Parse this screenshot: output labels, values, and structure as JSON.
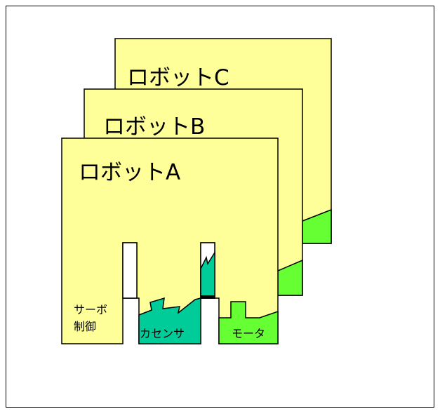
{
  "diagram": {
    "robots": [
      {
        "id": "c",
        "label": "ロボットC"
      },
      {
        "id": "b",
        "label": "ロボットB"
      },
      {
        "id": "a",
        "label": "ロボットA"
      }
    ],
    "modules": {
      "servo_line1": "サーボ",
      "servo_line2": "制御",
      "force_sensor": "カセンサ",
      "motor": "モータ"
    }
  },
  "colors": {
    "card_fill": "#ffff99",
    "green": "#66ff33",
    "teal": "#00cc99",
    "stroke": "#000000"
  }
}
